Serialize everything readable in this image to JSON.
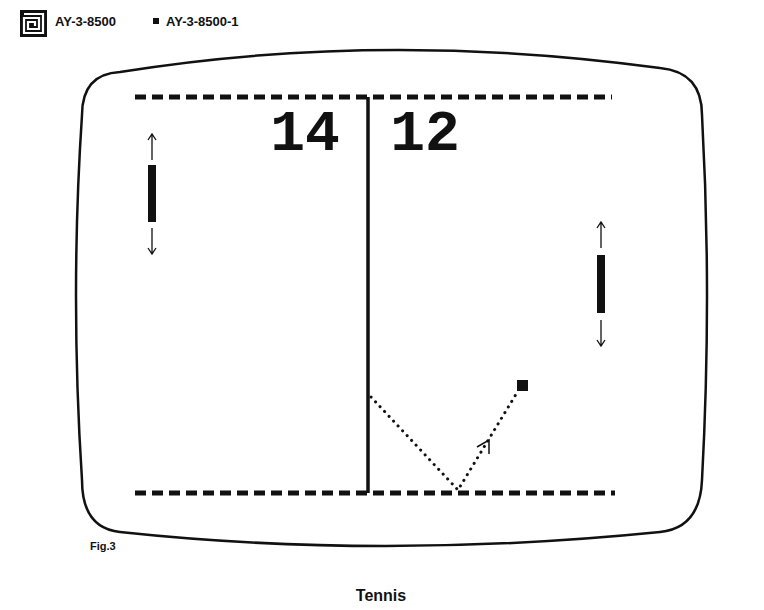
{
  "diagram": {
    "caption": "Tennis",
    "labels": [
      "AY-3-8500",
      "AY-3-8500-1",
      "14",
      "12",
      "Fig.3"
    ]
  }
}
